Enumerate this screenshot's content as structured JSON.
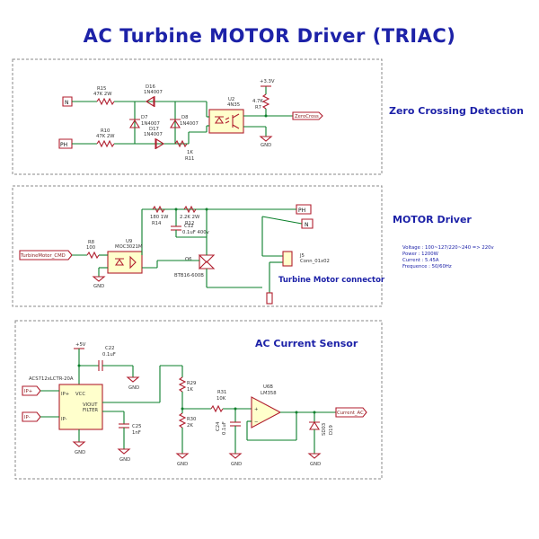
{
  "title": "AC Turbine MOTOR Driver (TRIAC)",
  "sections": {
    "zero_cross": "Zero Crossing Detection",
    "motor": "MOTOR Driver",
    "sensor": "AC Current Sensor"
  },
  "specs": [
    "Voltage : 100~127/220~240  => 220v",
    "Power : 1200W",
    "Current : 5.45A",
    "Frequence : 50/60Hz"
  ],
  "zc": {
    "n": "N",
    "ph": "PH",
    "r15": "R15",
    "r15v": "47K 2W",
    "r10": "R10",
    "r10v": "47K 2W",
    "d16": "D16",
    "d16v": "1N4007",
    "d7": "D7",
    "d7v": "1N4007",
    "d8": "D8",
    "d8v": "1N4007",
    "d17": "D17",
    "d17v": "1N4007",
    "r11": "R11",
    "r11v": "1K",
    "u2": "U2",
    "u2v": "4N35",
    "r7": "R7",
    "r7v": "4.7K",
    "v33": "+3.3V",
    "gnd": "GND",
    "out": "ZeroCross"
  },
  "md": {
    "ph": "PH",
    "n": "N",
    "r14": "R14",
    "r14v": "180 1W",
    "r12": "R12",
    "r12v": "2.2K 2W",
    "c12": "C12",
    "c12v": "0.1uF 400v",
    "u9": "U9",
    "u9v": "MOC3021M",
    "r8": "R8",
    "r8v": "100",
    "q6": "Q6",
    "q6v": "BTB16-600B",
    "j5": "J5",
    "j5v": "Conn_01x02",
    "conn": "Turbine Motor connector",
    "in": "TurbineMotor_CMD",
    "gnd": "GND"
  },
  "cs": {
    "v5": "+5V",
    "c22": "C22",
    "c22v": "0.1uF",
    "ic": "ACS712xLCTR-20A",
    "ip_p": "IP+",
    "ip_m": "IP-",
    "vcc": "VCC",
    "viout": "VIOUT",
    "filter": "FILTER",
    "c25": "C25",
    "c25v": "1nF",
    "r29": "R29",
    "r29v": "1K",
    "r30": "R30",
    "r30v": "2K",
    "r31": "R31",
    "r31v": "10K",
    "c24": "C24",
    "c24v": "0.1uF",
    "u6": "U6B",
    "u6v": "LM358",
    "d": "SD03",
    "d2": "D19",
    "out": "Current_AC",
    "gnd": "GND"
  }
}
